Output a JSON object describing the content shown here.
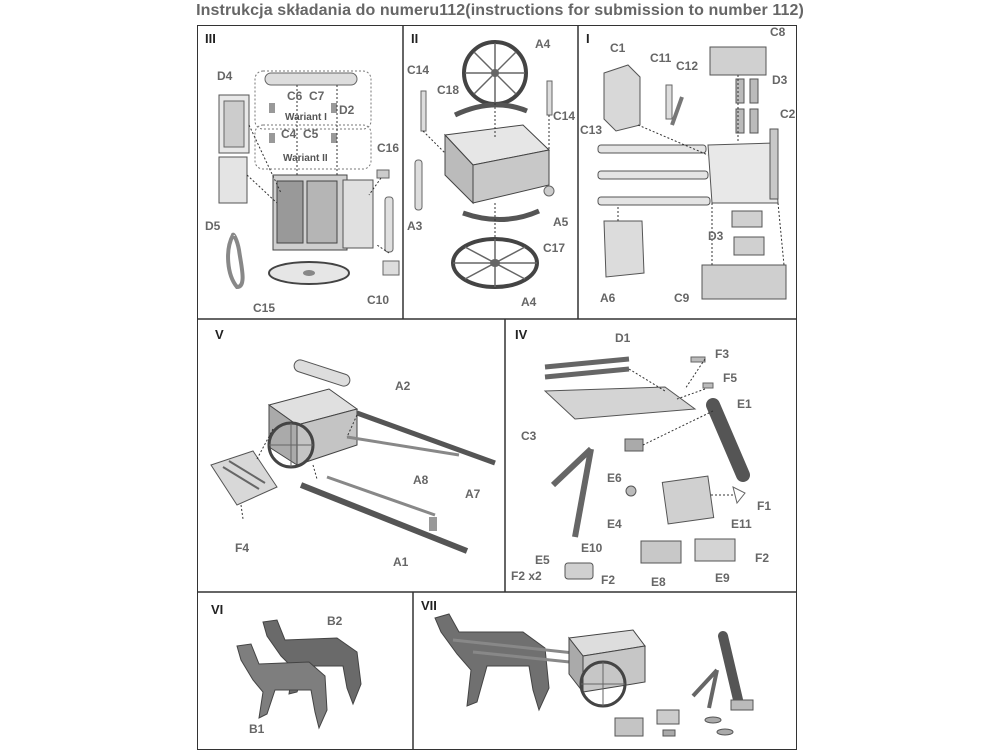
{
  "title": "Instrukcja składania do numeru112(instructions for submission to number 112)",
  "panels": {
    "p3": {
      "num": "III",
      "labels": [
        "D4",
        "C6",
        "C7",
        "D2",
        "Wariant I",
        "C4",
        "C5",
        "Wariant II",
        "C16",
        "D5",
        "C15",
        "C10"
      ]
    },
    "p2": {
      "num": "II",
      "labels": [
        "A4",
        "C14",
        "C18",
        "C14",
        "A3",
        "A5",
        "C17",
        "A4"
      ]
    },
    "p1": {
      "num": "I",
      "labels": [
        "C8",
        "C1",
        "C11",
        "C12",
        "D3",
        "C2",
        "C13",
        "D3",
        "A6",
        "C9"
      ]
    },
    "p5": {
      "num": "V",
      "labels": [
        "A2",
        "A8",
        "A7",
        "F4",
        "A1"
      ]
    },
    "p4": {
      "num": "IV",
      "labels": [
        "D1",
        "F3",
        "F5",
        "E1",
        "C3",
        "E6",
        "F1",
        "E4",
        "E11",
        "E5",
        "E10",
        "F2 x2",
        "F2",
        "E8",
        "E9",
        "F2"
      ]
    },
    "p6": {
      "num": "VI",
      "labels": [
        "B2",
        "B1"
      ]
    },
    "p7": {
      "num": "VII",
      "labels": []
    }
  }
}
